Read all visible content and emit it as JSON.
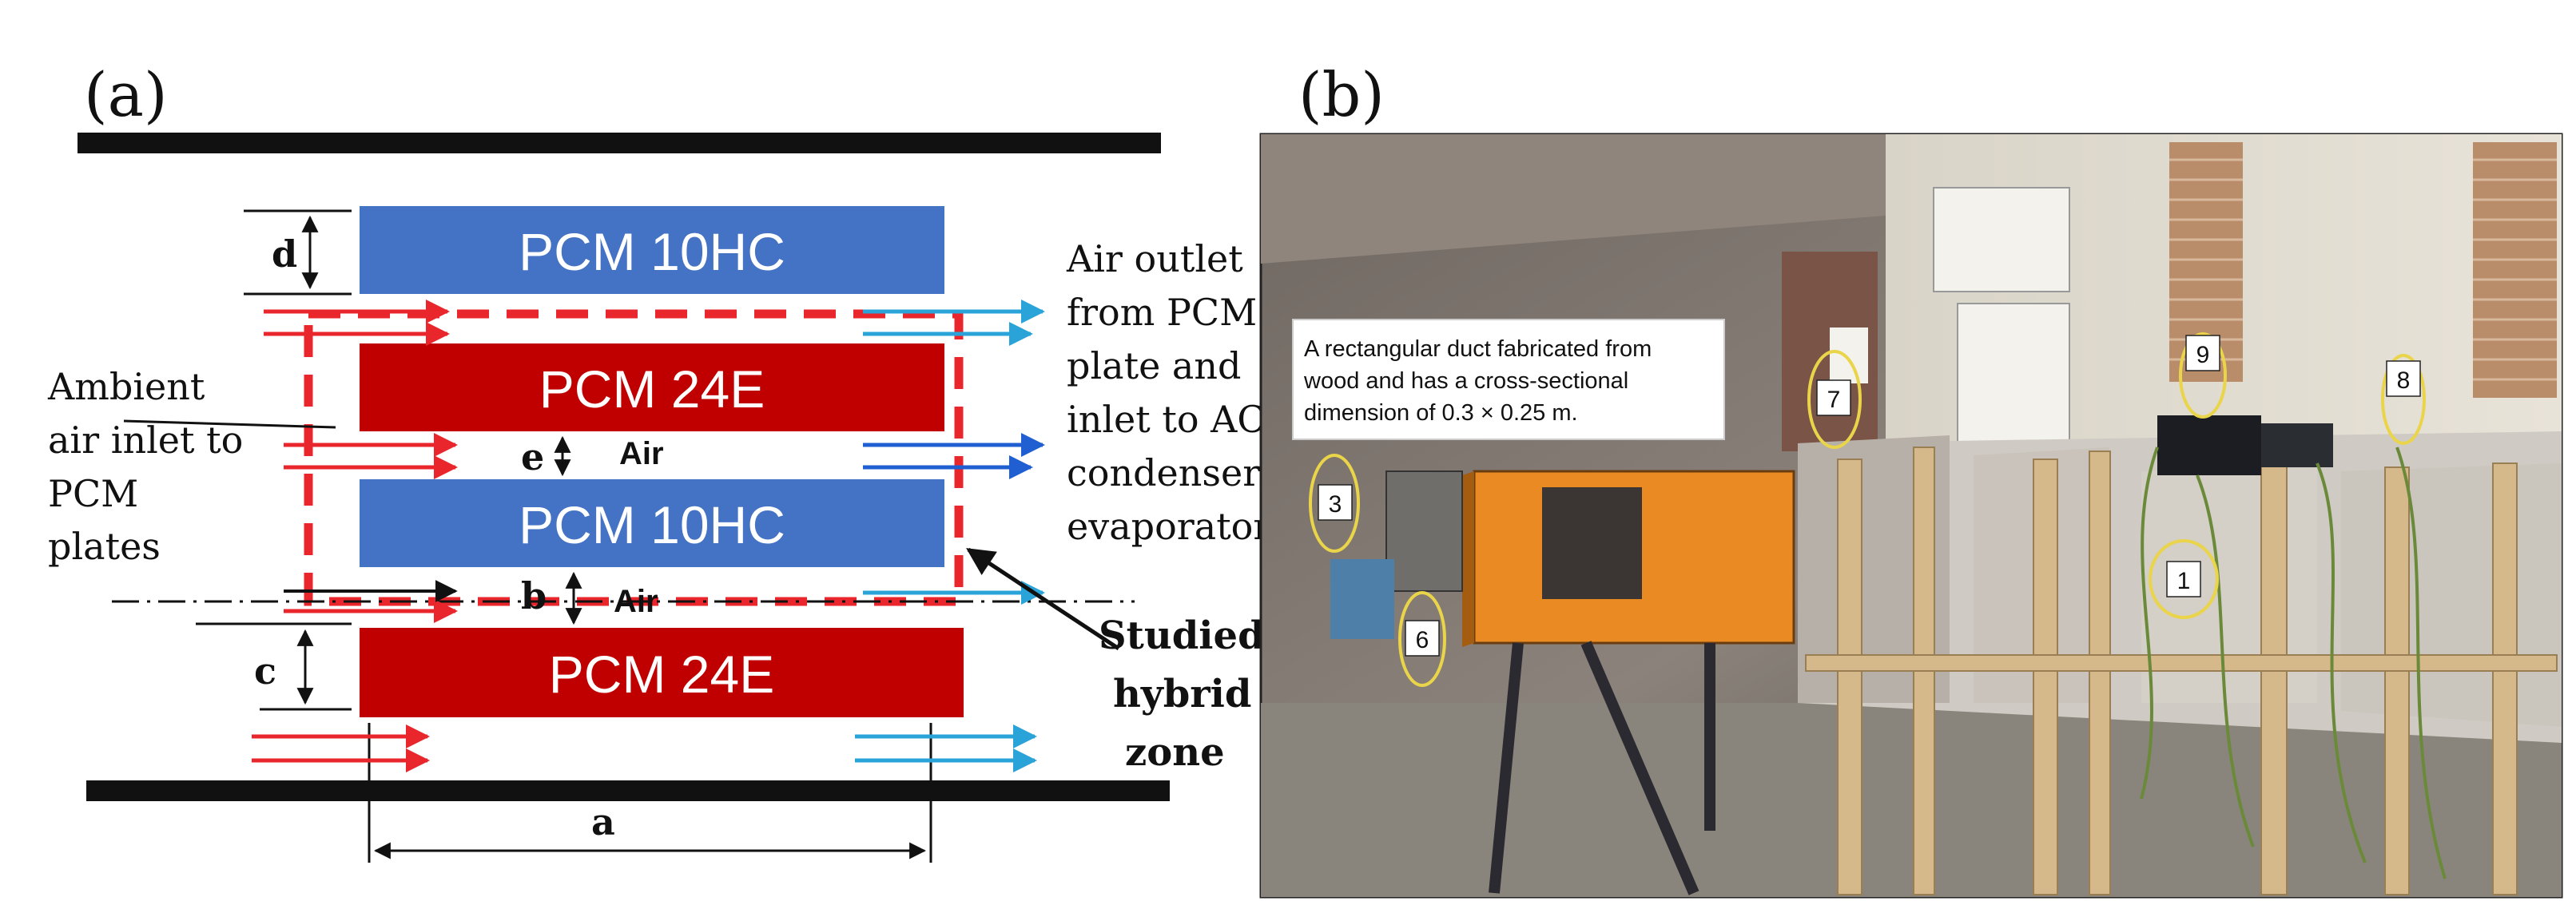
{
  "panel_a": {
    "label": "(a)",
    "plates": [
      {
        "text": "PCM 10HC",
        "color": "#4472c4"
      },
      {
        "text": "PCM 24E",
        "color": "#c00000"
      },
      {
        "text": "PCM 10HC",
        "color": "#4472c4"
      },
      {
        "text": "PCM 24E",
        "color": "#c00000"
      }
    ],
    "dims": {
      "d": "d",
      "e": "e",
      "b": "b",
      "c": "c",
      "a": "a"
    },
    "air_labels": [
      "Air",
      "Air"
    ],
    "inlet_text": [
      "Ambient",
      "air inlet to",
      "PCM",
      "plates"
    ],
    "outlet_text": [
      "Air outlet",
      "from PCM",
      "plate and",
      "inlet to AC",
      "condenser/",
      "evaporator"
    ],
    "zone_text": [
      "Studied",
      "hybrid",
      "zone"
    ],
    "colors": {
      "inlet_arrow": "#e8262c",
      "outlet_arrow": "#2aa3d8",
      "outlet_arrow_dark": "#1f5fd1",
      "zone_dash": "#e8262c"
    }
  },
  "panel_b": {
    "label": "(b)",
    "caption_lines": [
      "A rectangular duct fabricated from",
      "wood and has a cross-sectional",
      "dimension of 0.3 × 0.25 m."
    ],
    "markers": [
      "1",
      "3",
      "6",
      "7",
      "8",
      "9"
    ]
  }
}
